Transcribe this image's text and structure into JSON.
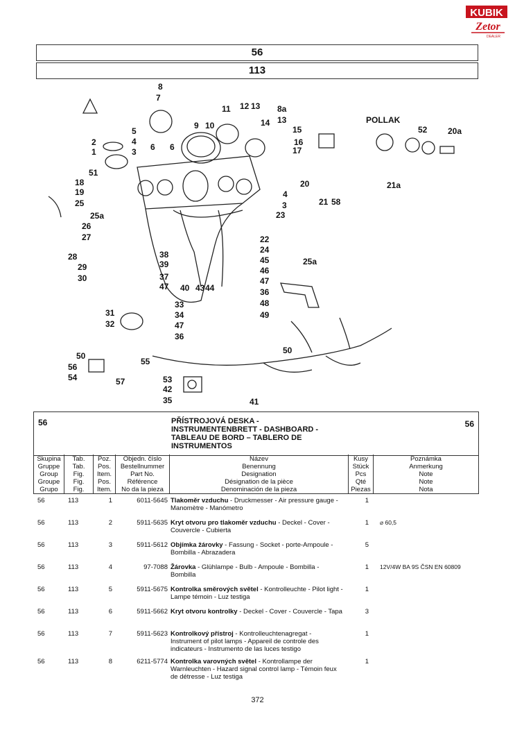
{
  "logo": {
    "brand": "KUBIK",
    "sub": "Zetor",
    "tag": "DEALER"
  },
  "header": {
    "group": "56",
    "table": "113"
  },
  "diagram": {
    "brand_label": "POLLAK",
    "callouts": [
      "8",
      "7",
      "11",
      "12",
      "13",
      "8a",
      "9",
      "10",
      "14",
      "13",
      "15",
      "16",
      "17",
      "5",
      "4",
      "3",
      "6",
      "6",
      "2",
      "1",
      "51",
      "18",
      "19",
      "25",
      "25a",
      "26",
      "27",
      "28",
      "29",
      "30",
      "38",
      "39",
      "37",
      "47",
      "40",
      "43",
      "44",
      "31",
      "32",
      "33",
      "34",
      "47",
      "36",
      "50",
      "52",
      "20a",
      "21a",
      "20",
      "4",
      "3",
      "21",
      "58",
      "23",
      "22",
      "24",
      "45",
      "46",
      "47",
      "36",
      "48",
      "49",
      "25a",
      "50",
      "56",
      "54",
      "55",
      "57",
      "53",
      "42",
      "35",
      "41"
    ]
  },
  "title": {
    "group_left": "56",
    "group_right": "56",
    "lines": [
      "PŘÍSTROJOVÁ DESKA -",
      "INSTRUMENTENBRETT - DASHBOARD -",
      "TABLEAU DE BORD – TABLERO DE",
      "INSTRUMENTOS"
    ]
  },
  "columns": [
    {
      "lines": [
        "Skupina",
        "Gruppe",
        "Group",
        "Groupe",
        "Grupo"
      ]
    },
    {
      "lines": [
        "Tab.",
        "Tab.",
        "Fig.",
        "Fig.",
        "Fig."
      ]
    },
    {
      "lines": [
        "Poz.",
        "Pos.",
        "Item.",
        "Pos.",
        "Item."
      ]
    },
    {
      "lines": [
        "Objedn. číslo",
        "Bestellnummer",
        "Part No.",
        "Référence",
        "No da la pieza"
      ]
    },
    {
      "lines": [
        "Název",
        "Benennung",
        "Designation",
        "Désignation de la pièce",
        "Denominación de la pieza"
      ]
    },
    {
      "lines": [
        "Kusy",
        "Stück",
        "Pcs",
        "Qté",
        "Piezas"
      ]
    },
    {
      "lines": [
        "Poznámka",
        "Anmerkung",
        "Note",
        "Note",
        "Nota"
      ]
    }
  ],
  "rows": [
    {
      "group": "56",
      "tab": "113",
      "pos": "1",
      "part": "6011-5645",
      "name": "Tlakoměr vzduchu",
      "desc": " - Druckmesser - Air pressure gauge - Manomètre - Manómetro",
      "qty": "1",
      "note": ""
    },
    {
      "group": "56",
      "tab": "113",
      "pos": "2",
      "part": "5911-5635",
      "name": "Kryt otvoru pro tlakoměr vzduchu",
      "desc": " - Deckel - Cover - Couvercle - Cubierta",
      "qty": "1",
      "note": "⌀ 60,5"
    },
    {
      "group": "56",
      "tab": "113",
      "pos": "3",
      "part": "5911-5612",
      "name": "Objímka žárovky",
      "desc": " - Fassung - Socket - porte-Ampoule - Bombilla - Abrazadera",
      "qty": "5",
      "note": ""
    },
    {
      "group": "56",
      "tab": "113",
      "pos": "4",
      "part": "97-7088",
      "name": "Žárovka",
      "desc": " - Glühlampe - Bulb - Ampoule - Bombilla - Bombilla",
      "qty": "1",
      "note": "12V/4W BA 9S ČSN EN 60809"
    },
    {
      "group": "56",
      "tab": "113",
      "pos": "5",
      "part": "5911-5675",
      "name": "Kontrolka směrových světel",
      "desc": " - Kontrolleuchte - Pilot light - Lampe témoin - Luz testiga",
      "qty": "1",
      "note": ""
    },
    {
      "group": "56",
      "tab": "113",
      "pos": "6",
      "part": "5911-5662",
      "name": "Kryt otvoru kontrolky",
      "desc": " - Deckel - Cover - Couvercle - Tapa",
      "qty": "3",
      "note": ""
    },
    {
      "group": "56",
      "tab": "113",
      "pos": "7",
      "part": "5911-5623",
      "name": "Kontrolkový přístroj",
      "desc": " - Kontrolleuchtenagregat - Instrument of pilot lamps - Appareil de controle des indicateurs - Instrumento de las luces testigo",
      "qty": "1",
      "note": ""
    },
    {
      "group": "56",
      "tab": "113",
      "pos": "8",
      "part": "6211-5774",
      "name": "Kontrolka varovných světel",
      "desc": " - Kontrollampe der Warnleuchten - Hazard signal control lamp - Témoin feux de détresse - Luz testiga",
      "qty": "1",
      "note": ""
    }
  ],
  "page_number": "372"
}
